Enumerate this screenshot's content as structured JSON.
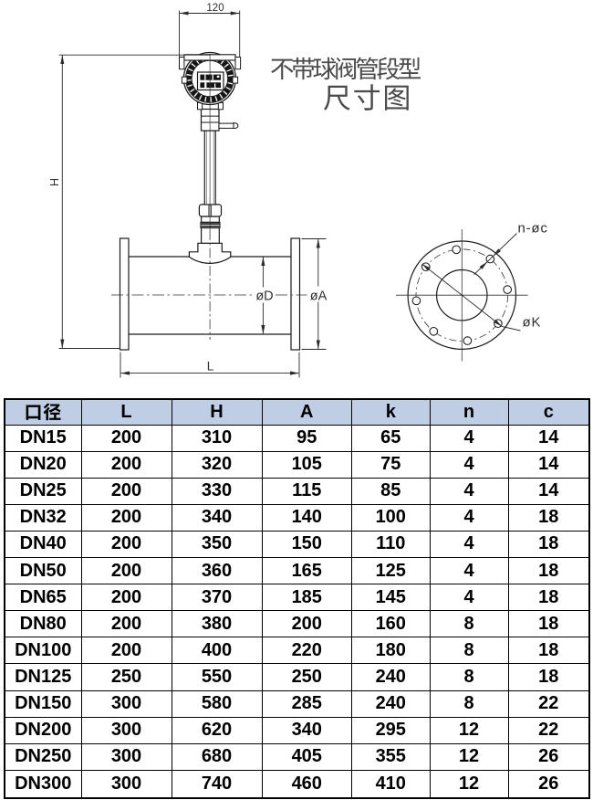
{
  "title": {
    "line1": "不带球阀管段型",
    "line2": "尺寸图"
  },
  "drawing": {
    "labels": {
      "width": "120",
      "height": "H",
      "length": "L",
      "bore": "øD",
      "flange_od": "øA",
      "bolt_holes": "n-øc",
      "bolt_circle": "øK"
    }
  },
  "table": {
    "header_bg": "#bfcee4",
    "headers": [
      "口径",
      "L",
      "H",
      "A",
      "k",
      "n",
      "c"
    ],
    "rows": [
      [
        "DN15",
        "200",
        "310",
        "95",
        "65",
        "4",
        "14"
      ],
      [
        "DN20",
        "200",
        "320",
        "105",
        "75",
        "4",
        "14"
      ],
      [
        "DN25",
        "200",
        "330",
        "115",
        "85",
        "4",
        "14"
      ],
      [
        "DN32",
        "200",
        "340",
        "140",
        "100",
        "4",
        "18"
      ],
      [
        "DN40",
        "200",
        "350",
        "150",
        "110",
        "4",
        "18"
      ],
      [
        "DN50",
        "200",
        "360",
        "165",
        "125",
        "4",
        "18"
      ],
      [
        "DN65",
        "200",
        "370",
        "185",
        "145",
        "4",
        "18"
      ],
      [
        "DN80",
        "200",
        "380",
        "200",
        "160",
        "8",
        "18"
      ],
      [
        "DN100",
        "200",
        "400",
        "220",
        "180",
        "8",
        "18"
      ],
      [
        "DN125",
        "250",
        "550",
        "250",
        "240",
        "8",
        "18"
      ],
      [
        "DN150",
        "300",
        "580",
        "285",
        "240",
        "8",
        "22"
      ],
      [
        "DN200",
        "300",
        "620",
        "340",
        "295",
        "12",
        "22"
      ],
      [
        "DN250",
        "300",
        "680",
        "405",
        "355",
        "12",
        "26"
      ],
      [
        "DN300",
        "300",
        "740",
        "460",
        "410",
        "12",
        "26"
      ]
    ]
  },
  "chart_data": {
    "type": "table",
    "title": "不带球阀管段型 尺寸图",
    "columns": [
      "口径",
      "L",
      "H",
      "A",
      "k",
      "n",
      "c"
    ],
    "rows": [
      [
        "DN15",
        200,
        310,
        95,
        65,
        4,
        14
      ],
      [
        "DN20",
        200,
        320,
        105,
        75,
        4,
        14
      ],
      [
        "DN25",
        200,
        330,
        115,
        85,
        4,
        14
      ],
      [
        "DN32",
        200,
        340,
        140,
        100,
        4,
        18
      ],
      [
        "DN40",
        200,
        350,
        150,
        110,
        4,
        18
      ],
      [
        "DN50",
        200,
        360,
        165,
        125,
        4,
        18
      ],
      [
        "DN65",
        200,
        370,
        185,
        145,
        4,
        18
      ],
      [
        "DN80",
        200,
        380,
        200,
        160,
        8,
        18
      ],
      [
        "DN100",
        200,
        400,
        220,
        180,
        8,
        18
      ],
      [
        "DN125",
        250,
        550,
        250,
        240,
        8,
        18
      ],
      [
        "DN150",
        300,
        580,
        285,
        240,
        8,
        22
      ],
      [
        "DN200",
        300,
        620,
        340,
        295,
        12,
        22
      ],
      [
        "DN250",
        300,
        680,
        405,
        355,
        12,
        26
      ],
      [
        "DN300",
        300,
        740,
        460,
        410,
        12,
        26
      ]
    ]
  }
}
